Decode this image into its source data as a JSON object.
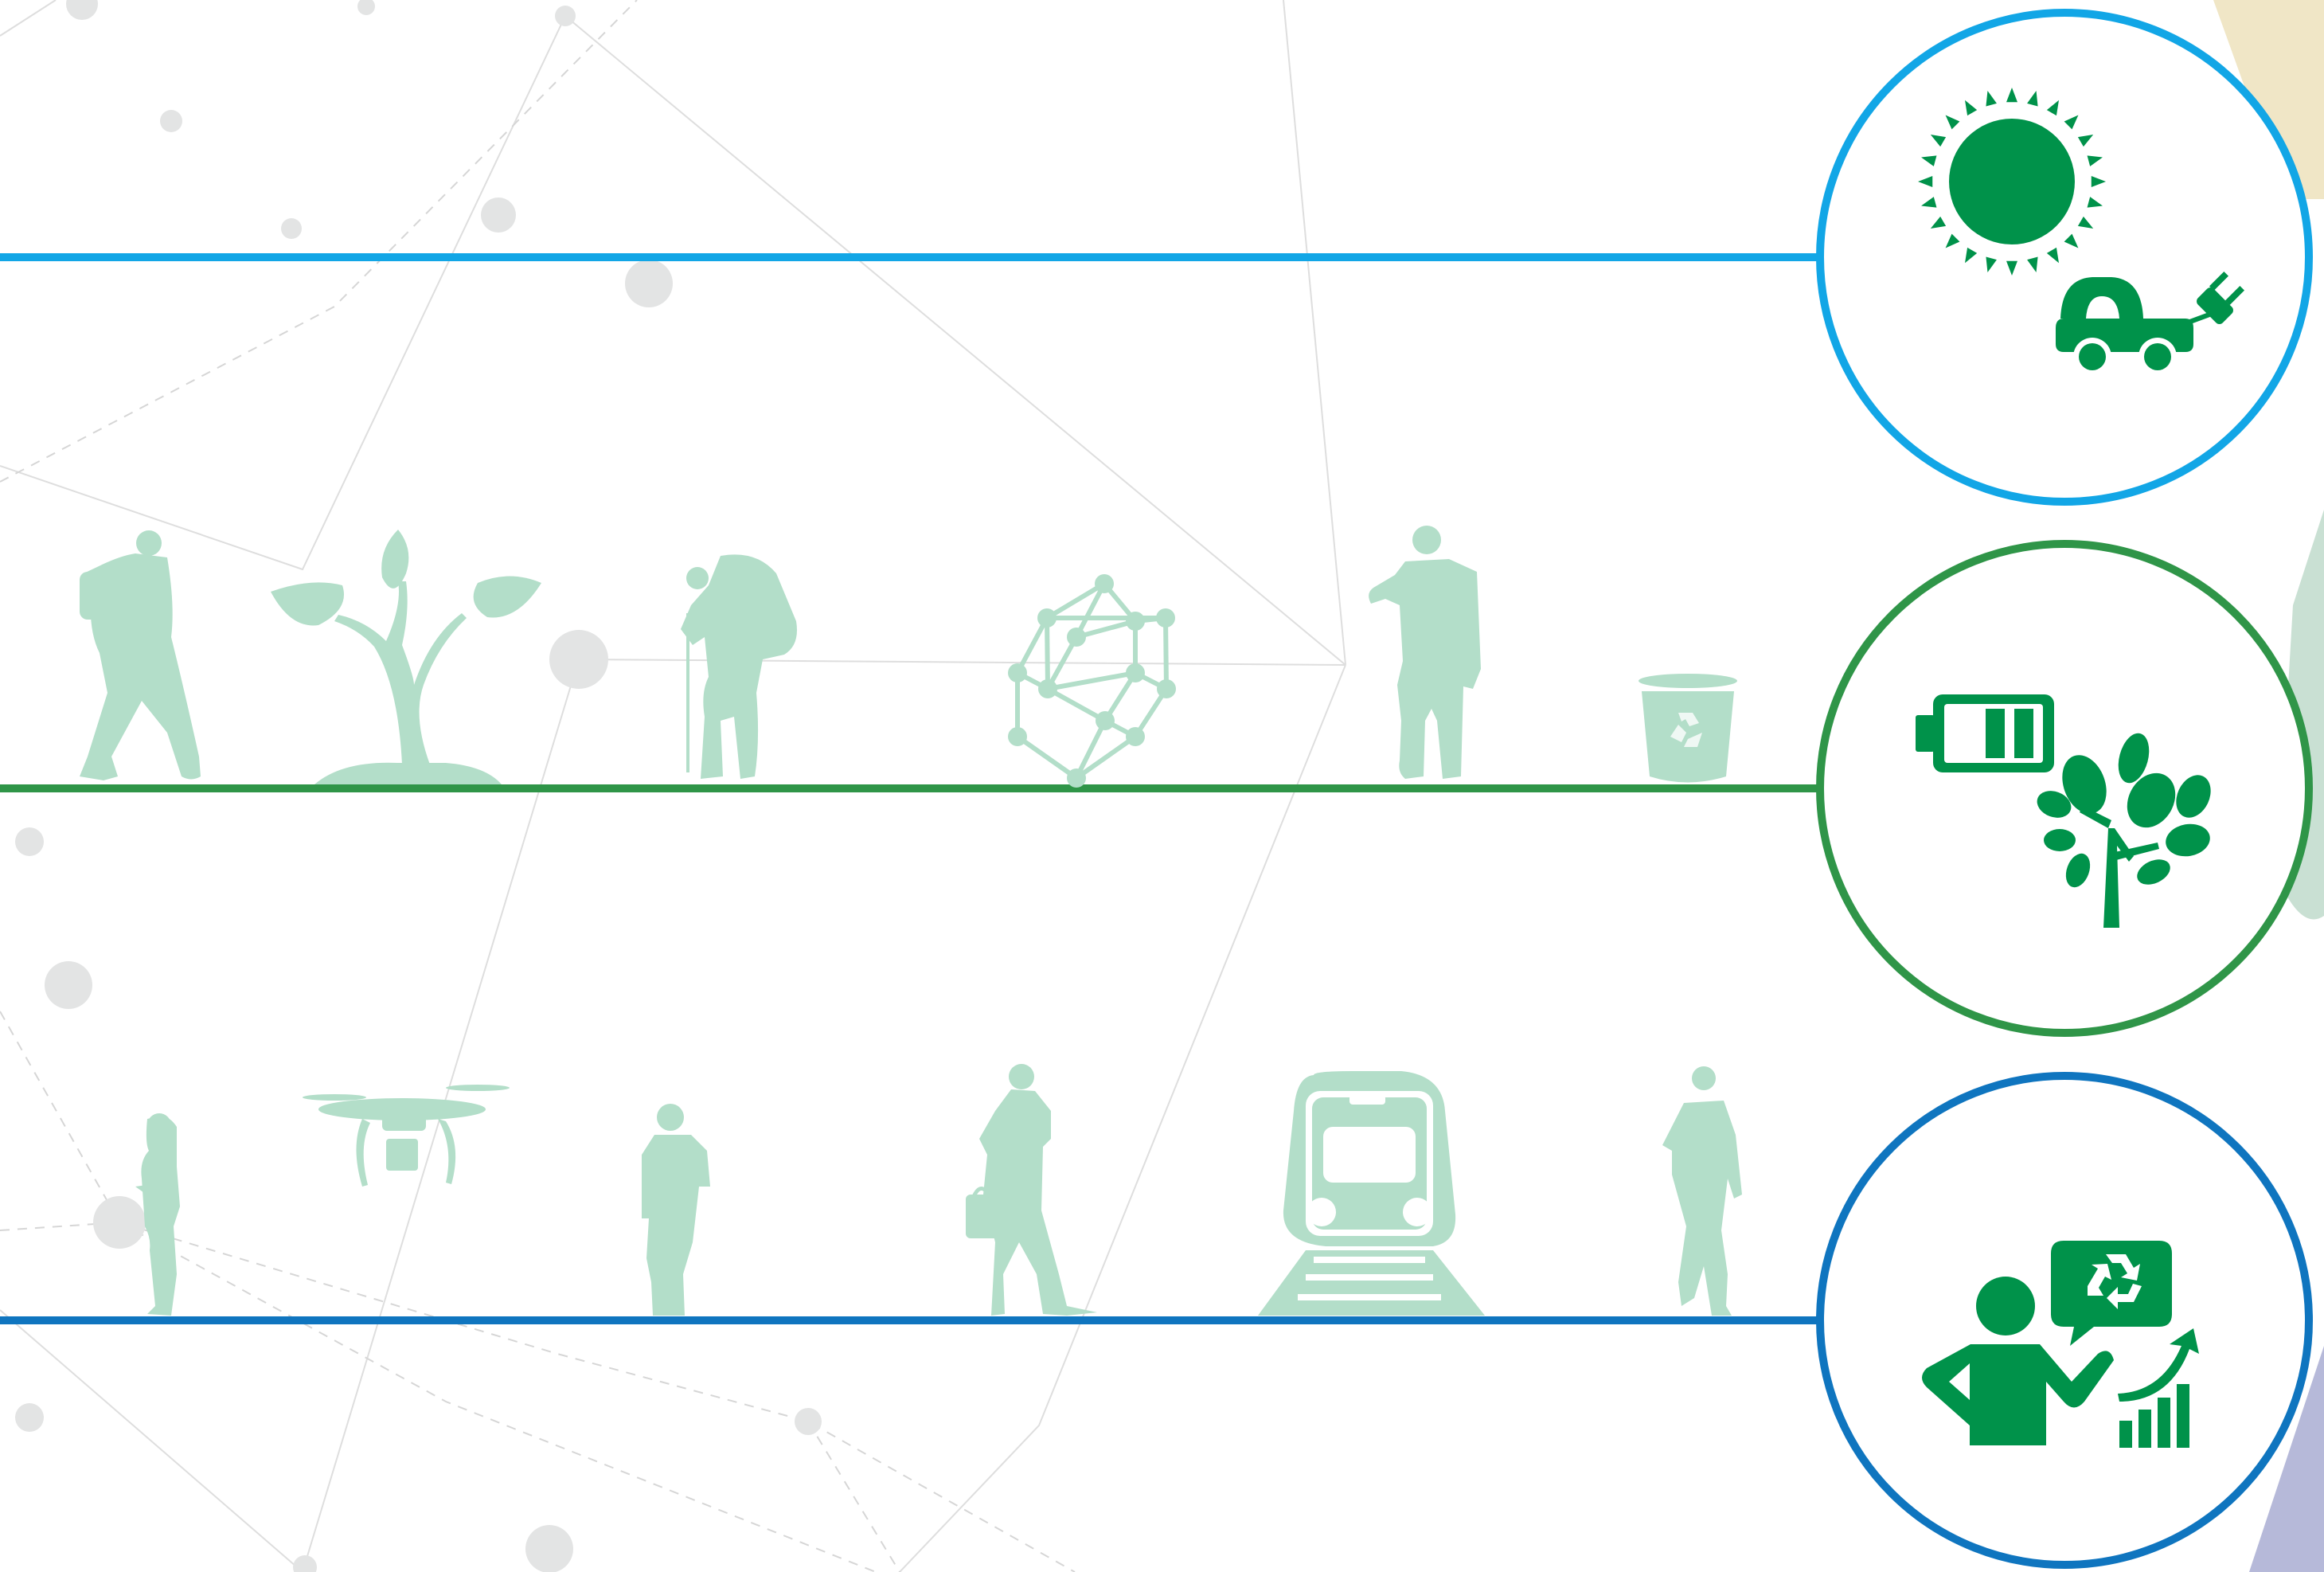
{
  "palette": {
    "tier_top": "#12a6e6",
    "tier_mid": "#2f9548",
    "tier_bottom": "#0f75bf",
    "icon_green": "#00924a",
    "silhouette": "#b3dec9",
    "network_dot": "#e3e4e4",
    "network_line": "#dedede",
    "corner_tan": "#f0e6c6",
    "corner_sage": "#c9e0d3",
    "corner_lavender": "#b6b9d9"
  },
  "tiers": [
    {
      "id": "top",
      "icon": "sun-and-electric-car-icon"
    },
    {
      "id": "middle",
      "icon": "battery-and-tree-icon"
    },
    {
      "id": "bottom",
      "icon": "person-recycling-growth-icon"
    }
  ],
  "silhouettes_middle": [
    "hiker-icon",
    "sprout-icon",
    "backpacker-icon",
    "molecule-icon",
    "businessman-icon",
    "recycle-bin-icon"
  ],
  "silhouettes_bottom": [
    "woman-standing-icon",
    "drone-icon",
    "child-icon",
    "woman-with-bag-icon",
    "train-icon",
    "man-walking-icon"
  ]
}
